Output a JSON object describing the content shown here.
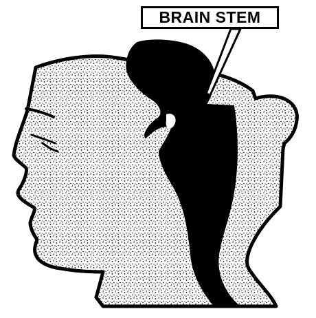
{
  "diagram": {
    "callout_label": "BRAIN STEM",
    "colors": {
      "ink": "#000000",
      "paper": "#ffffff"
    },
    "icons": [
      "head-silhouette",
      "brain-stem-shape",
      "stipple-texture"
    ]
  }
}
